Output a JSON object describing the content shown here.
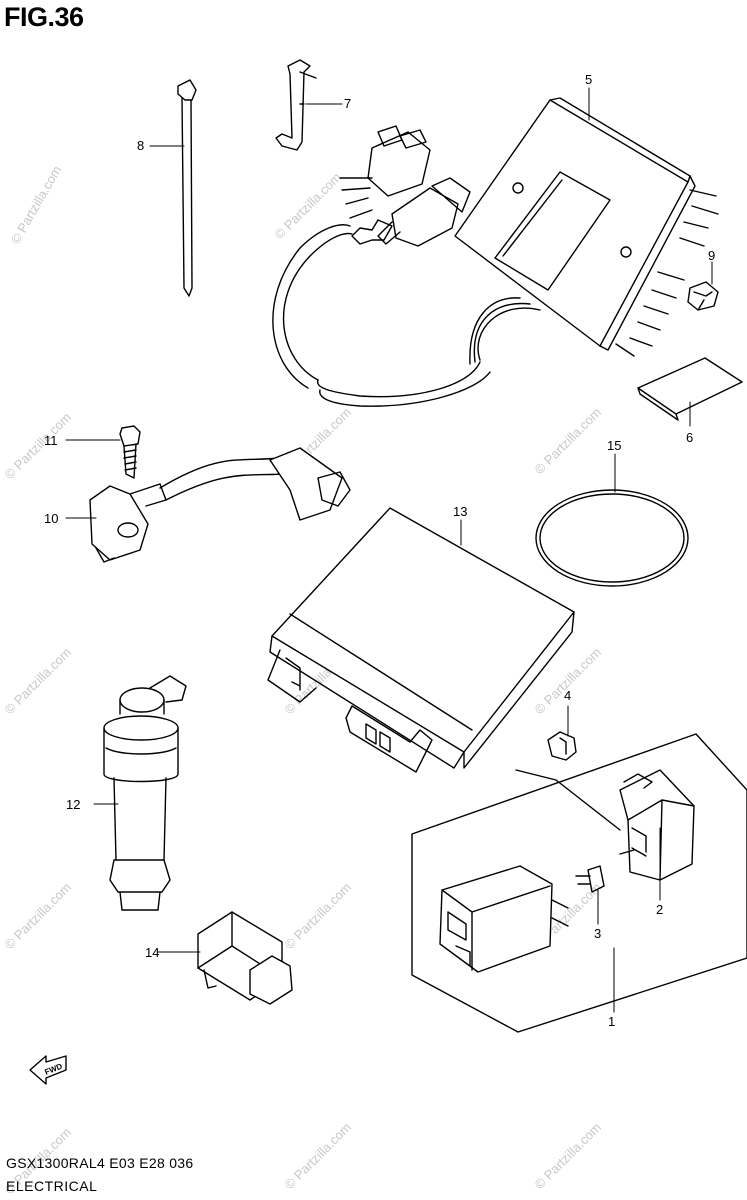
{
  "figure": {
    "title": "FIG.36",
    "model_code": "GSX1300RAL4  E03  E28  036",
    "section": "ELECTRICAL"
  },
  "watermark": "© Partzilla.com",
  "fwd_arrow": {
    "label": "FWD"
  },
  "parts": [
    {
      "ref": "1"
    },
    {
      "ref": "2"
    },
    {
      "ref": "3"
    },
    {
      "ref": "4"
    },
    {
      "ref": "5"
    },
    {
      "ref": "6"
    },
    {
      "ref": "7"
    },
    {
      "ref": "8"
    },
    {
      "ref": "9"
    },
    {
      "ref": "10"
    },
    {
      "ref": "11"
    },
    {
      "ref": "12"
    },
    {
      "ref": "13"
    },
    {
      "ref": "14"
    },
    {
      "ref": "15"
    }
  ]
}
